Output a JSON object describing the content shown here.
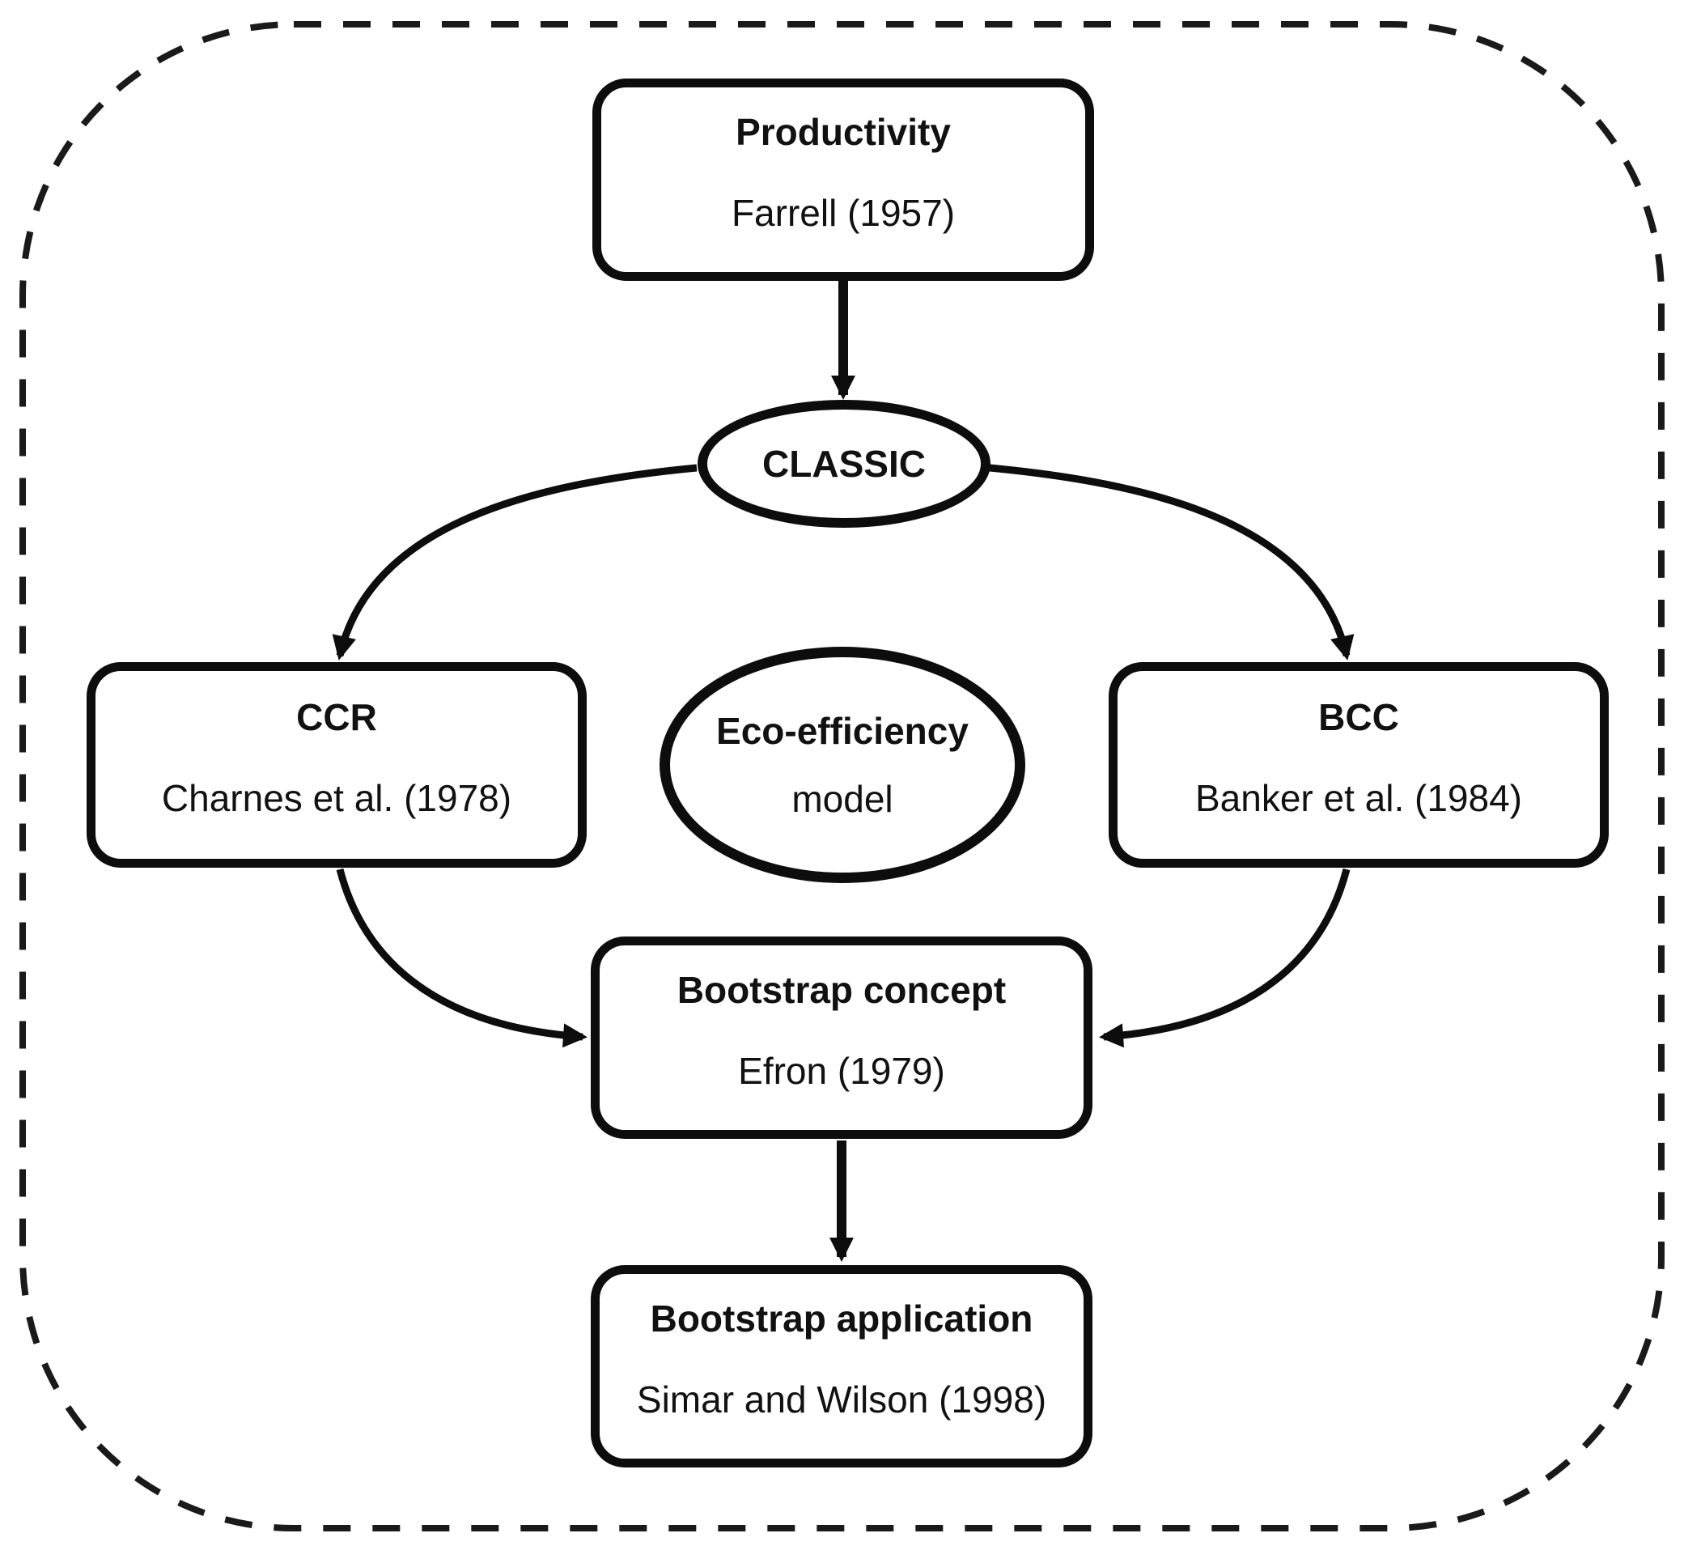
{
  "diagram": {
    "description": "Flowchart of eco-efficiency model methodology lineage",
    "colors": {
      "stroke": "#0d0d0d",
      "text": "#111111",
      "background": "#ffffff"
    },
    "nodes": {
      "productivity": {
        "shape": "rounded-rect",
        "title": "Productivity",
        "subtitle": "Farrell (1957)"
      },
      "classic": {
        "shape": "ellipse",
        "title": "CLASSIC"
      },
      "ccr": {
        "shape": "rounded-rect",
        "title": "CCR",
        "subtitle": "Charnes et al. (1978)"
      },
      "eco_efficiency": {
        "shape": "ellipse",
        "title": "Eco-efficiency",
        "subtitle": "model"
      },
      "bcc": {
        "shape": "rounded-rect",
        "title": "BCC",
        "subtitle": "Banker et al. (1984)"
      },
      "bootstrap_concept": {
        "shape": "rounded-rect",
        "title": "Bootstrap concept",
        "subtitle": "Efron (1979)"
      },
      "bootstrap_application": {
        "shape": "rounded-rect",
        "title": "Bootstrap application",
        "subtitle": "Simar and Wilson (1998)"
      }
    },
    "edges": [
      {
        "from": "productivity",
        "to": "classic",
        "style": "straight-arrow"
      },
      {
        "from": "classic",
        "to": "ccr",
        "style": "curved-arrow"
      },
      {
        "from": "classic",
        "to": "bcc",
        "style": "curved-arrow"
      },
      {
        "from": "ccr",
        "to": "bootstrap_concept",
        "style": "curved-arrow"
      },
      {
        "from": "bcc",
        "to": "bootstrap_concept",
        "style": "curved-arrow"
      },
      {
        "from": "bootstrap_concept",
        "to": "bootstrap_application",
        "style": "straight-arrow"
      }
    ],
    "frame": {
      "style": "dashed-rounded-border"
    }
  }
}
